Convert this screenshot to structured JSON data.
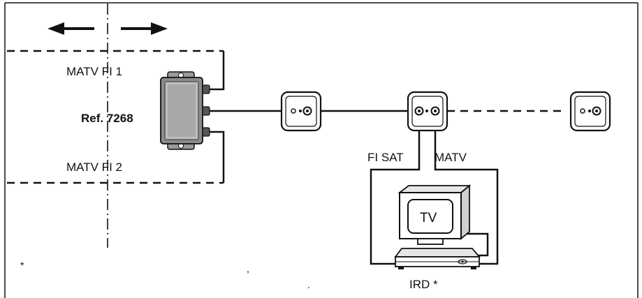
{
  "labels": {
    "matv_fi_1": "MATV FI 1",
    "matv_fi_2": "MATV FI 2",
    "ref": "Ref. 7268",
    "fi_sat": "FI SAT",
    "matv": "MATV",
    "tv": "TV",
    "ird": "IRD *",
    "footnote_star": "*",
    "comma": ",",
    "period": "."
  },
  "colors": {
    "line": "#111111",
    "device_fill": "#8c8c8c",
    "device_dark": "#555555",
    "device_light": "#bdbdbd",
    "outlet_fill": "#ffffff"
  }
}
